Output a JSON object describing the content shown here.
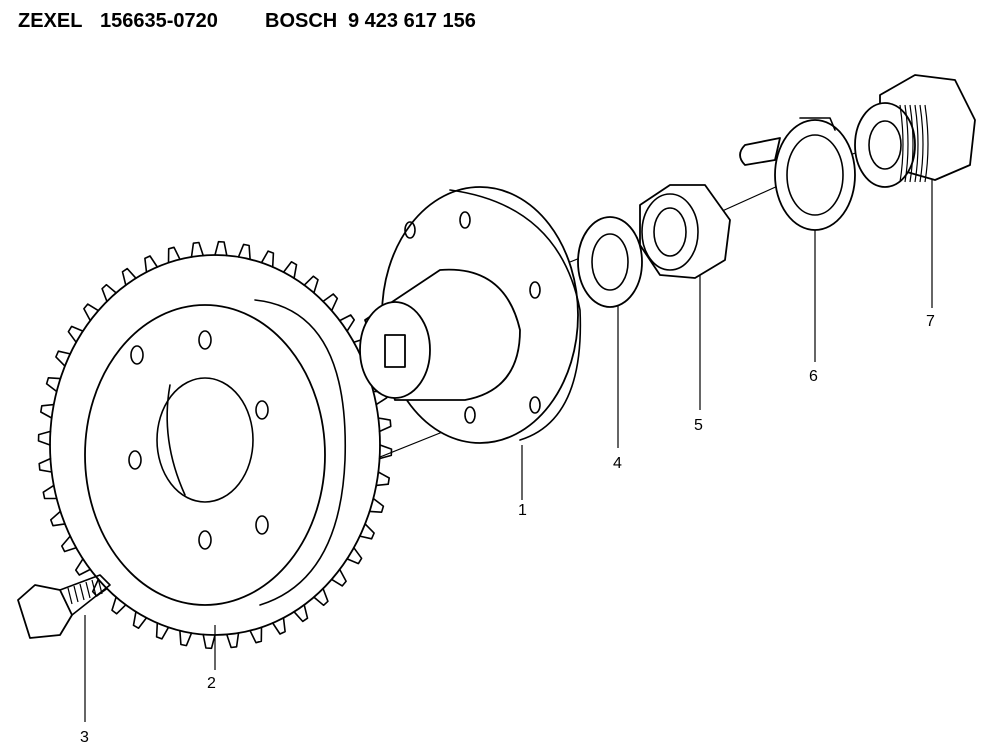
{
  "header": {
    "brand1": "ZEXEL",
    "part_number1": "156635-0720",
    "brand2": "BOSCH",
    "part_number2": "9 423 617 156"
  },
  "callouts": [
    {
      "id": "1",
      "text": "1"
    },
    {
      "id": "2",
      "text": "2"
    },
    {
      "id": "3",
      "text": "3"
    },
    {
      "id": "4",
      "text": "4"
    },
    {
      "id": "5",
      "text": "5"
    },
    {
      "id": "6",
      "text": "6"
    },
    {
      "id": "7",
      "text": "7"
    }
  ]
}
